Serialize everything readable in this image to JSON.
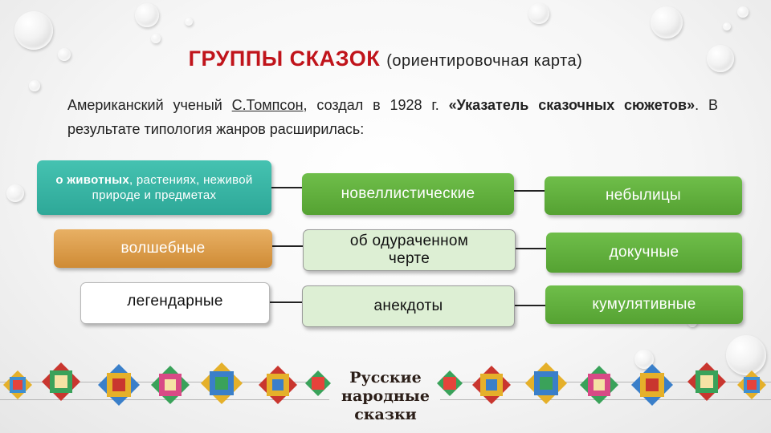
{
  "title": {
    "main": "ГРУППЫ СКАЗОК",
    "subtitle": "(ориентировочная карта)"
  },
  "intro": {
    "part1": "Американский ученый ",
    "name": "С.Томпсон",
    "part2": ", создал в 1928 г. ",
    "book": "«Указатель сказочных сюжетов»",
    "part3": ". В результате типология жанров расширилась:"
  },
  "groups": {
    "animals_bold": "о животных",
    "animals_rest": ", растениях, неживой природе и предметах",
    "magic": "волшебные",
    "legendary": "легендарные",
    "novellistic": "новеллистические",
    "devil": "об одураченном черте",
    "anecdotes": "анекдоты",
    "tall_tales": "небылицы",
    "tedious": "докучные",
    "cumulative": "кумулятивные"
  },
  "footer": {
    "logo_line1": "Русские",
    "logo_line2": "народные",
    "logo_line3": "сказки",
    "logo_color": "#2b1e18"
  },
  "colors": {
    "title_red": "#c0141b",
    "teal": "#35b0a0",
    "orange": "#d9953f",
    "green": "#5fae3b",
    "pale_green": "#ddefd4"
  }
}
